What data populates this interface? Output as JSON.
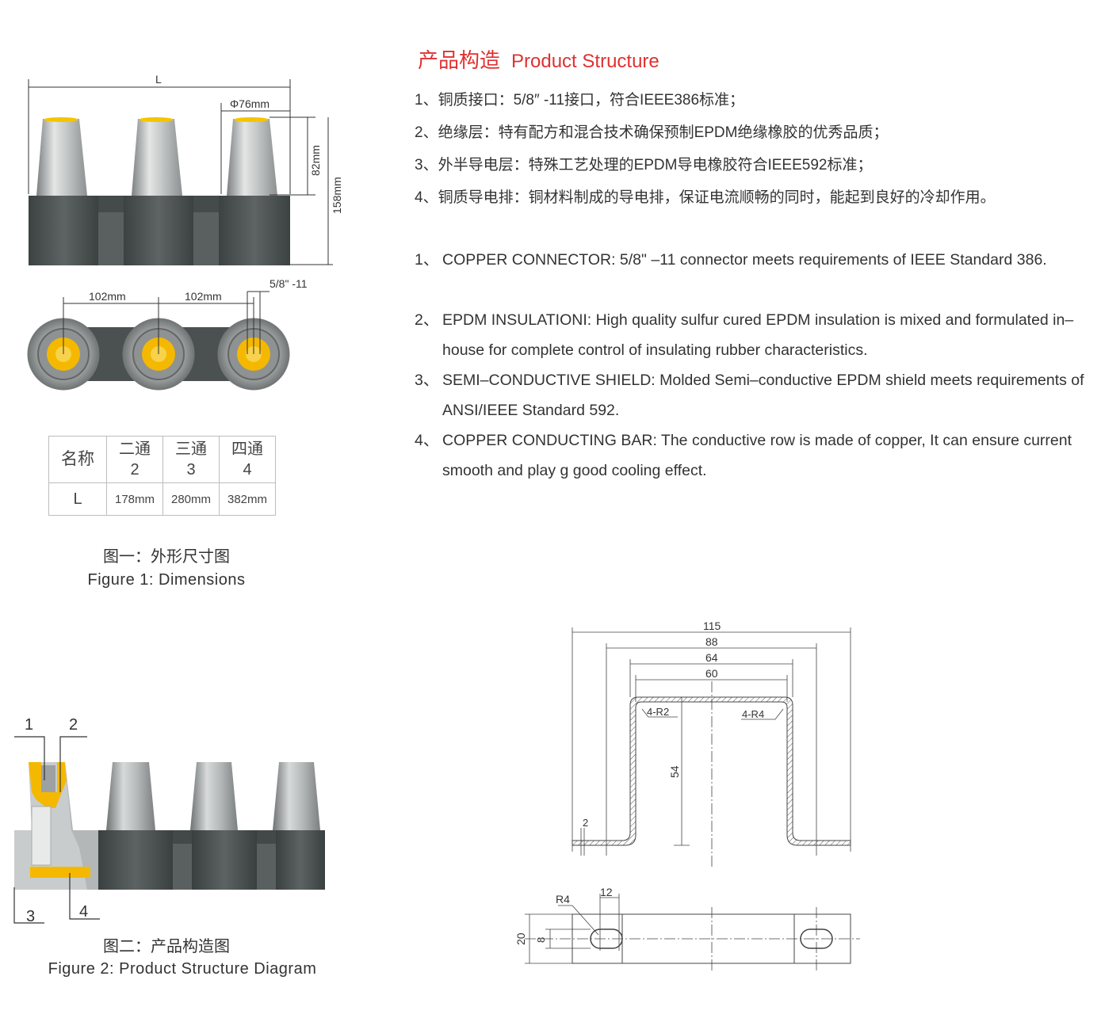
{
  "figure1": {
    "dim_L": "L",
    "dim_diameter": "Φ76mm",
    "dim_height_top": "82mm",
    "dim_height_total": "158mm",
    "dim_spacing_1": "102mm",
    "dim_spacing_2": "102mm",
    "dim_thread": "5/8\" -11",
    "caption_zh": "图一：外形尺寸图",
    "caption_en": "Figure 1: Dimensions"
  },
  "size_table": {
    "header_label": "名称",
    "columns": [
      {
        "zh": "二通",
        "num": "2",
        "L": "178mm"
      },
      {
        "zh": "三通",
        "num": "3",
        "L": "280mm"
      },
      {
        "zh": "四通",
        "num": "4",
        "L": "382mm"
      }
    ],
    "row_label": "L"
  },
  "structure": {
    "title_zh": "产品构造",
    "title_en": "Product Structure",
    "items_zh": [
      "1、铜质接口：5/8″ -11接口，符合IEEE386标准；",
      "2、绝缘层：特有配方和混合技术确保预制EPDM绝缘橡胶的优秀品质；",
      "3、外半导电层：特殊工艺处理的EPDM导电橡胶符合IEEE592标准；",
      "4、铜质导电排：铜材料制成的导电排，保证电流顺畅的同时，能起到良好的冷却作用。"
    ],
    "items_en": [
      {
        "num": "1、",
        "text": "COPPER CONNECTOR: 5/8\" –11 connector meets requirements of IEEE Standard 386."
      },
      {
        "num": "2、",
        "text": "EPDM INSULATIONI: High quality sulfur cured EPDM insulation is mixed and formulated in–house for complete control of insulating rubber characteristics."
      },
      {
        "num": "3、",
        "text": "SEMI–CONDUCTIVE SHIELD: Molded Semi–conductive EPDM shield meets requirements of ANSI/IEEE Standard 592."
      },
      {
        "num": "4、",
        "text": "COPPER CONDUCTING BAR: The conductive row is made of copper, It can ensure current smooth and play g good cooling effect."
      }
    ]
  },
  "figure2": {
    "callout_1": "1",
    "callout_2": "2",
    "callout_3": "3",
    "callout_4": "4",
    "caption_zh": "图二：产品构造图",
    "caption_en": "Figure 2: Product Structure Diagram"
  },
  "bar_drawing": {
    "dim_115": "115",
    "dim_88": "88",
    "dim_64": "64",
    "dim_60": "60",
    "radius_left": "4-R2",
    "radius_right": "4-R4",
    "dim_54": "54",
    "dim_thickness": "2",
    "dim_R4": "R4",
    "dim_12": "12",
    "dim_20": "20",
    "dim_8": "8"
  },
  "colors": {
    "accent_red": "#e03131",
    "body_dark": "#4a5150",
    "cone_gray": "#a9acac",
    "connector_yellow": "#f5b800"
  }
}
